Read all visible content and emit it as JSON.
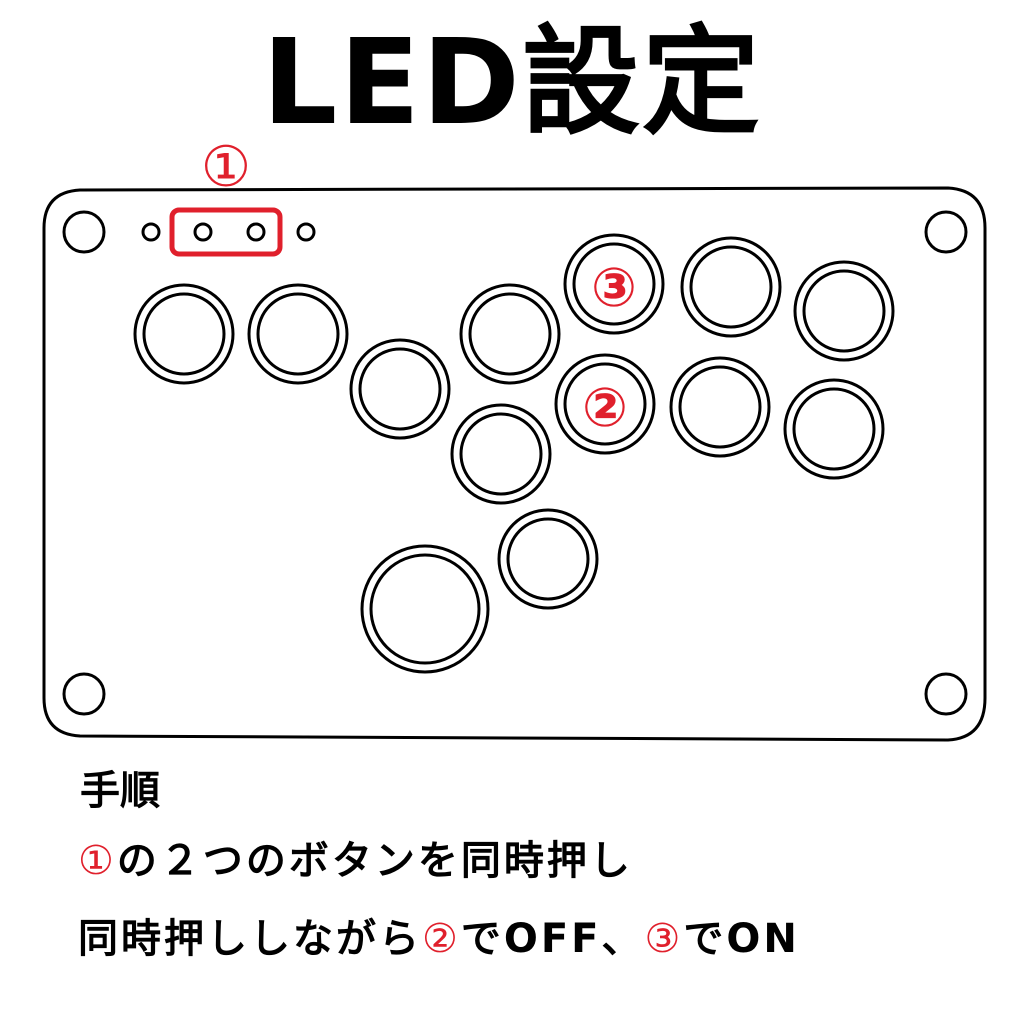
{
  "title": "LED設定",
  "callouts": {
    "c1": "①",
    "c2": "②",
    "c3": "③"
  },
  "colors": {
    "accent": "#e0202c",
    "ink": "#000000",
    "background": "#ffffff"
  },
  "instructions": {
    "heading": "手順",
    "line1": {
      "marker": "①",
      "text": "の２つのボタンを同時押し"
    },
    "line2": {
      "prefix": "同時押ししながら",
      "marker2": "②",
      "mid": "でOFF、",
      "marker3": "③",
      "suffix": "でON"
    }
  }
}
